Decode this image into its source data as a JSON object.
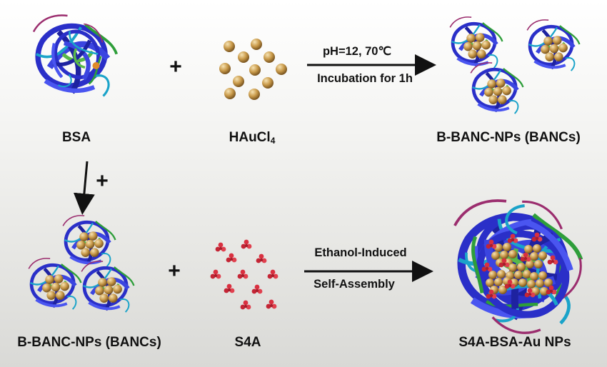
{
  "labels": {
    "bsa": "BSA",
    "haucl4_main": "HAuCl",
    "haucl4_sub": "4",
    "banc_top": "B-BANC-NPs (BANCs)",
    "banc_bottom": "B-BANC-NPs (BANCs)",
    "s4a": "S4A",
    "product": "S4A-BSA-Au NPs"
  },
  "operators": {
    "plus": "+"
  },
  "arrows": {
    "top_condition_line1": "pH=12, 70℃",
    "top_condition_line2": "Incubation for 1h",
    "bottom_condition_line1": "Ethanol-Induced",
    "bottom_condition_line2": "Self-Assembly"
  },
  "colors": {
    "protein_blue": "#2a2fc8",
    "protein_cyan": "#1aa3c9",
    "protein_green": "#2e9e3a",
    "gold": "#c99a4a",
    "s4a_red": "#d93040",
    "text": "#111111"
  }
}
